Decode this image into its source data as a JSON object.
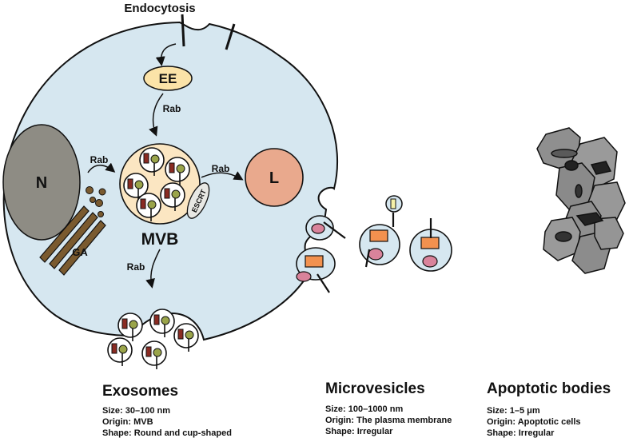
{
  "labels": {
    "endocytosis": "Endocytosis",
    "ee": "EE",
    "rab": "Rab",
    "nucleus": "N",
    "ga": "GA",
    "mvb": "MVB",
    "escrt": "ESCRT",
    "lysosome": "L"
  },
  "panels": [
    {
      "title": "Exosomes",
      "size": "Size: 30–100 nm",
      "origin": "Origin: MVB",
      "shape": "Shape: Round and cup-shaped"
    },
    {
      "title": "Microvesicles",
      "size": "Size: 100–1000 nm",
      "origin": "Origin: The plasma membrane",
      "shape": "Shape: Irregular"
    },
    {
      "title": "Apoptotic bodies",
      "size": "Size: 1–5 μm",
      "origin": "Origin: Apoptotic cells",
      "shape": "Shape: Irregular"
    }
  ],
  "colors": {
    "cell": "#d6e7f0",
    "nucleus": "#8e8c84",
    "golgi": "#7a5a2f",
    "early_endosome": "#fbe3a8",
    "mvb": "#fbe6c2",
    "lysosome": "#e9a98d",
    "cargo_red": "#8a2b22",
    "cargo_green": "#9aa44a",
    "mv_cargo_orange": "#f2914f",
    "mv_cargo_pink": "#d9839b",
    "apoptotic_gray": "#8f8f8f"
  }
}
